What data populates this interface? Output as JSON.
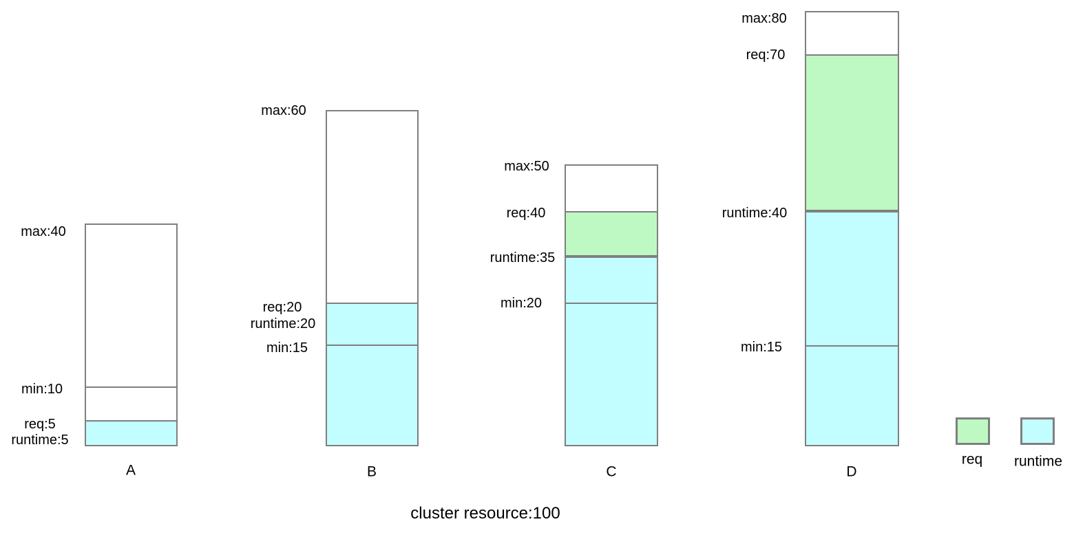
{
  "diagram": {
    "caption": "cluster resource:100",
    "colors": {
      "req_fill": "#bef8c2",
      "runtime_fill": "#c2fdff",
      "border_color": "#7f7f7f",
      "text_color": "#000000"
    },
    "nodes": [
      {
        "name": "A",
        "values": {
          "max": 40,
          "min": 10,
          "req": 5,
          "runtime": 5
        },
        "labels": {
          "max": "max:40",
          "min": "min:10",
          "req": "req:5",
          "runtime": "runtime:5"
        }
      },
      {
        "name": "B",
        "values": {
          "max": 60,
          "req": 20,
          "runtime": 20,
          "min": 15
        },
        "labels": {
          "max": "max:60",
          "req": "req:20",
          "runtime": "runtime:20",
          "min": "min:15"
        }
      },
      {
        "name": "C",
        "values": {
          "max": 50,
          "req": 40,
          "runtime": 35,
          "min": 20
        },
        "labels": {
          "max": "max:50",
          "req": "req:40",
          "runtime": "runtime:35",
          "min": "min:20"
        }
      },
      {
        "name": "D",
        "values": {
          "max": 80,
          "req": 70,
          "runtime": 40,
          "min": 15
        },
        "labels": {
          "max": "max:80",
          "req": "req:70",
          "runtime": "runtime:40",
          "min": "min:15"
        }
      }
    ],
    "legend": [
      {
        "label": "req",
        "color_key": "req_fill"
      },
      {
        "label": "runtime",
        "color_key": "runtime_fill"
      }
    ]
  },
  "chart_data": {
    "type": "bar",
    "categories": [
      "A",
      "B",
      "C",
      "D"
    ],
    "series": [
      {
        "name": "max",
        "values": [
          40,
          60,
          50,
          80
        ]
      },
      {
        "name": "req",
        "values": [
          5,
          20,
          40,
          70
        ]
      },
      {
        "name": "runtime",
        "values": [
          5,
          20,
          35,
          40
        ]
      },
      {
        "name": "min",
        "values": [
          10,
          15,
          20,
          15
        ]
      }
    ],
    "title": "cluster resource:100",
    "cluster_resource_total": 100,
    "legend": [
      "req",
      "runtime"
    ],
    "legend_position": "bottom-right",
    "grid": false,
    "notes": "Each bar outline height represents max; green band spans runtime-to-req; cyan fill spans 0-to-runtime; an inner line marks min."
  }
}
